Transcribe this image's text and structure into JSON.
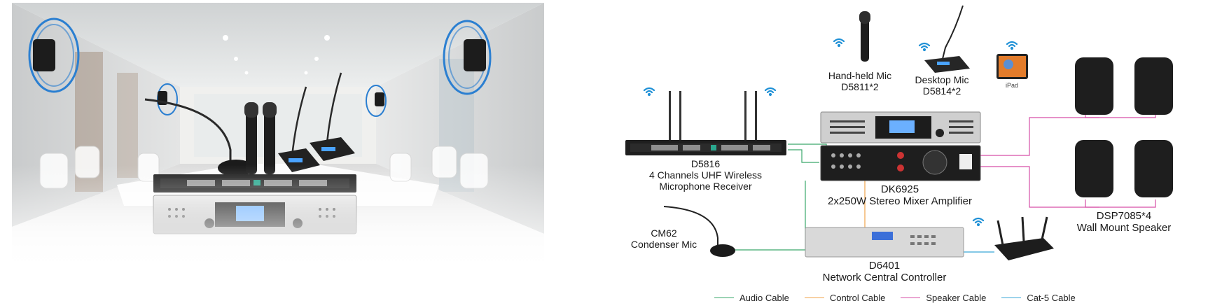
{
  "room_photo": {
    "description_alt": "Conference room photo with wall speakers, microphones, receiver and amplifier"
  },
  "diagram": {
    "devices": {
      "handheld_mic": {
        "label": "Hand-held Mic",
        "model": "D5811*2"
      },
      "desktop_mic": {
        "label": "Desktop Mic",
        "model": "D5814*2"
      },
      "ipad": {
        "label": "iPad"
      },
      "receiver": {
        "model": "D5816",
        "label_line1": "4 Channels UHF Wireless",
        "label_line2": "Microphone Receiver"
      },
      "amplifier": {
        "model": "DK6925",
        "label": "2x250W Stereo Mixer Amplifier"
      },
      "speakers": {
        "model": "DSP7085*4",
        "label": "Wall Mount Speaker"
      },
      "condenser_mic": {
        "model": "CM62",
        "label": "Condenser Mic"
      },
      "controller": {
        "model": "D6401",
        "label": "Network Central Controller"
      }
    },
    "legend": [
      {
        "label": "Audio Cable",
        "color": "#3aa86b"
      },
      {
        "label": "Control Cable",
        "color": "#f0a24a"
      },
      {
        "label": "Speaker Cable",
        "color": "#d64fa6"
      },
      {
        "label": "Cat-5 Cable",
        "color": "#3ba7d8"
      }
    ],
    "colors": {
      "wifi": "#1e90d6",
      "audio": "#3aa86b",
      "control": "#f0a24a",
      "speaker": "#d64fa6",
      "cat5": "#3ba7d8"
    }
  }
}
